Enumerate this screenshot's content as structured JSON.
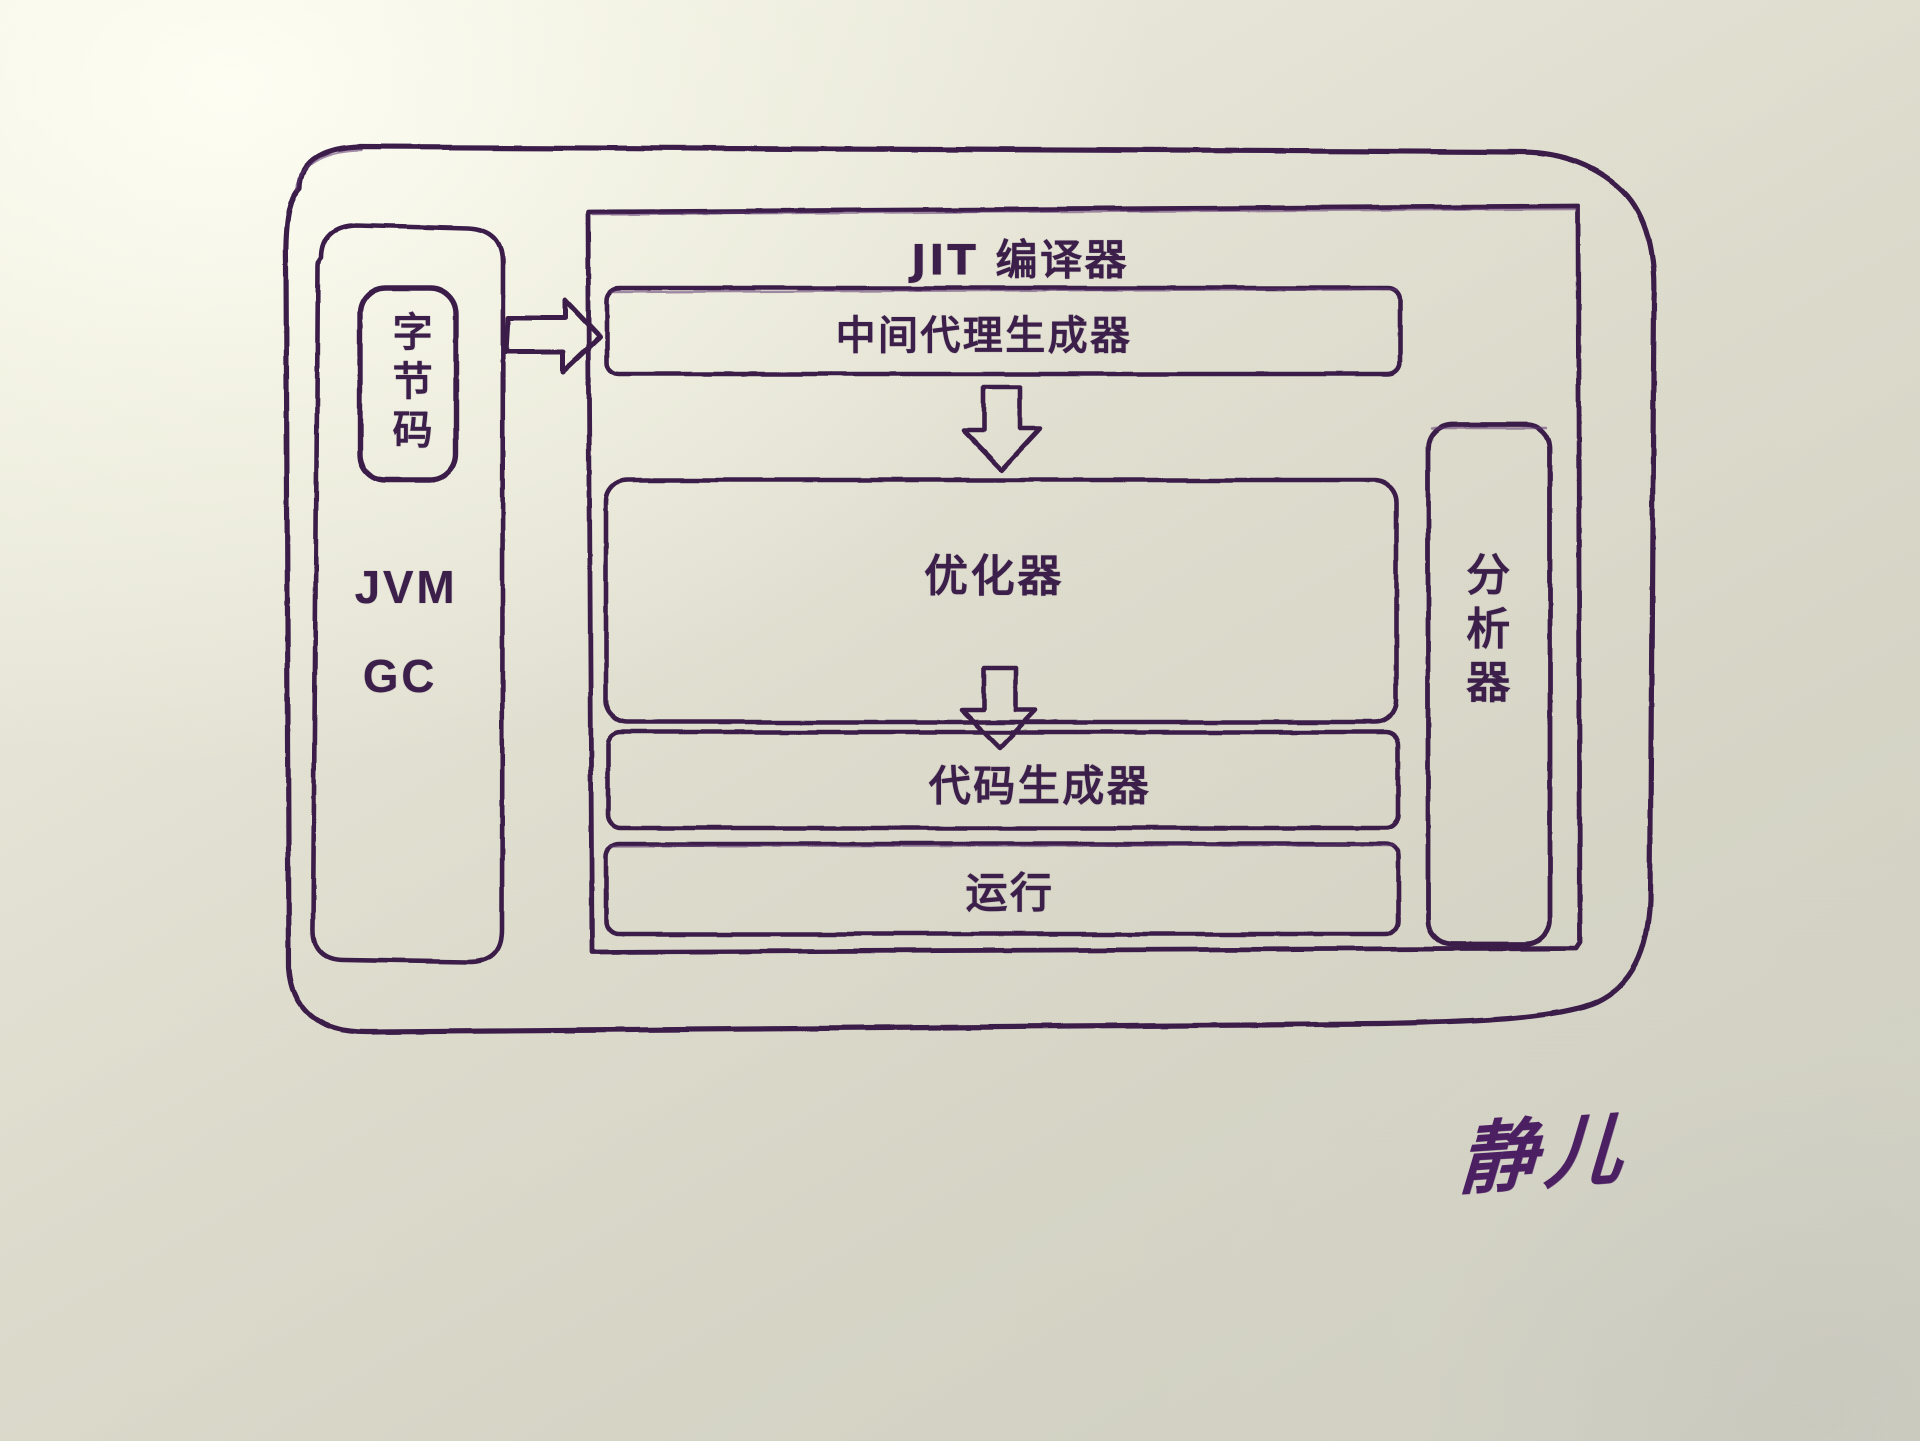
{
  "media": {
    "kind": "hand-drawn-diagram-photo",
    "paper_color": "#dedccd",
    "ink_color": "#3b1f4a",
    "ink_color_light": "#5d3470"
  },
  "diagram": {
    "title_visible": false,
    "outer_container": {
      "name": "jvm-runtime-container",
      "label": ""
    },
    "left_panel": {
      "name": "jvm-panel",
      "chip_label": "字节码",
      "line1": "JVM",
      "line2": "GC"
    },
    "flow_arrow": {
      "name": "bytecode-to-jit-arrow",
      "direction": "right",
      "label": ""
    },
    "jit_panel": {
      "name": "jit-compiler-panel",
      "title": "JIT 编译器",
      "stages": [
        {
          "id": "ir-generator",
          "label": "中间代理生成器"
        },
        {
          "id": "optimizer",
          "label": "优化器"
        },
        {
          "id": "code-generator",
          "label": "代码生成器"
        },
        {
          "id": "runtime",
          "label": "运行"
        }
      ],
      "arrows": [
        {
          "id": "ir-to-optimizer",
          "direction": "down"
        },
        {
          "id": "optimizer-to-codegen",
          "direction": "down"
        }
      ]
    },
    "right_panel": {
      "name": "profiler-panel",
      "label": "分析器"
    },
    "signature": {
      "name": "author-signature",
      "text": "静儿"
    }
  }
}
